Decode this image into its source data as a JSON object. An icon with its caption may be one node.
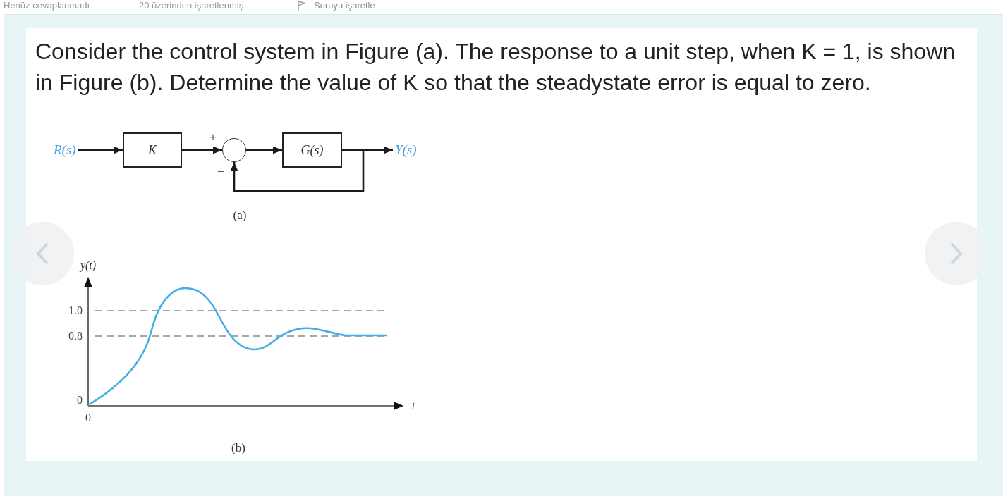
{
  "diagram": {
    "title": "Consider the control system in Figure (a). The response to a unit step, when K = 1, is shown in Figure (b). Determine the value of K so that the steadystate error is equal to zero.",
    "nodes": [
      {
        "text": [
          "R(s)"
        ]
      },
      {
        "text": [
          "K"
        ]
      },
      {
        "text": [],
        "shape": "circle",
        "beside": [
          "+",
          "−"
        ]
      },
      {
        "text": [
          "G(s)"
        ]
      },
      {
        "text": [
          "Y(s)"
        ]
      }
    ],
    "edges": [
      {
        "from": 0,
        "to": 1,
        "arrow": "to"
      },
      {
        "from": 1,
        "to": 2,
        "arrow": "to"
      },
      {
        "from": 2,
        "to": 3,
        "arrow": "to"
      },
      {
        "from": 3,
        "to": 4,
        "arrow": "to"
      },
      {
        "from": 3,
        "to": 2,
        "arrow": "to"
      }
    ],
    "labels": [
      "Henüz cevaplanmadı",
      "20 üzerinden işaretlenmiş",
      "Soruyu işaretle",
      "(a)",
      "y(t)",
      "1.0",
      "0.8",
      "0",
      "t",
      "0",
      "(b)"
    ]
  }
}
